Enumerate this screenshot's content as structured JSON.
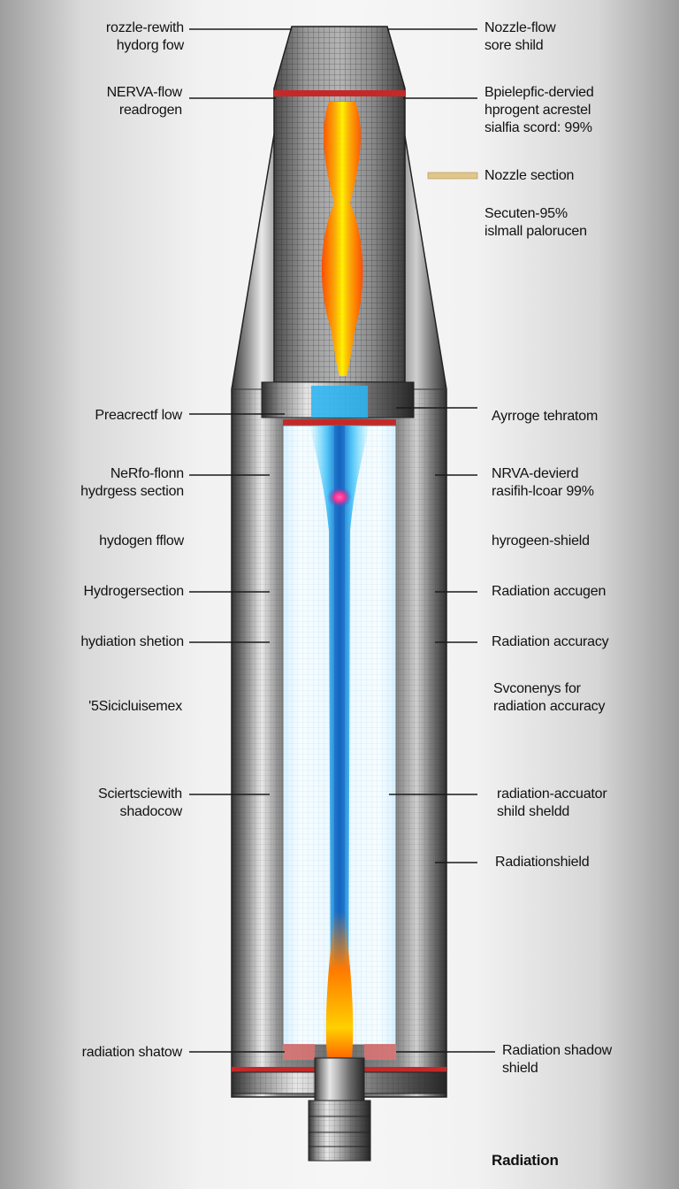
{
  "labels_left": [
    "rozzle-rewith\nhydorg fow",
    "NERVA-flow\nreadrogen",
    "Preacrectf low",
    "NeRfo-flonn\nhydrgess section",
    "hydogen fflow",
    "Hydrogersection",
    "hydiation shetion",
    "'5Sicicluisemex",
    "Sciertsciewith\nshadocow",
    "radiation shatow"
  ],
  "labels_right": [
    "Nozzle-flow\nsore shild",
    "Bpielepfic-dervied\nhprogent acrestel\nsialfia scord: 99%",
    "Nozzle section",
    "Secuten-95%\nislmall palorucen",
    "Ayrroge tehratom",
    "NRVA-devierd\nrasifih-lcoar 99%",
    "hyrogeen-shield",
    "Radiation accugen",
    "Radiation accuracy",
    "Svconenys for\nradiation accuracy",
    "radiation-accuator\nshild sheldd",
    "Radiationshield",
    "Radiation shadow\nshield"
  ],
  "footer_label": "Radiation",
  "colors": {
    "steel_dark": "#3a3a3a",
    "steel_light": "#e8e8e8",
    "flame_core": "#ffe600",
    "flame_edge": "#ff5a00",
    "hydrogen_core": "#1e88e5",
    "hydrogen_glow": "#62e0ff",
    "band_red": "#c62828",
    "pink_spot": "#ff3d9a",
    "leader_line": "#1a1a1a",
    "swatch": "#e0c68a"
  },
  "icons": [
    "rocket-engine-diagram"
  ]
}
